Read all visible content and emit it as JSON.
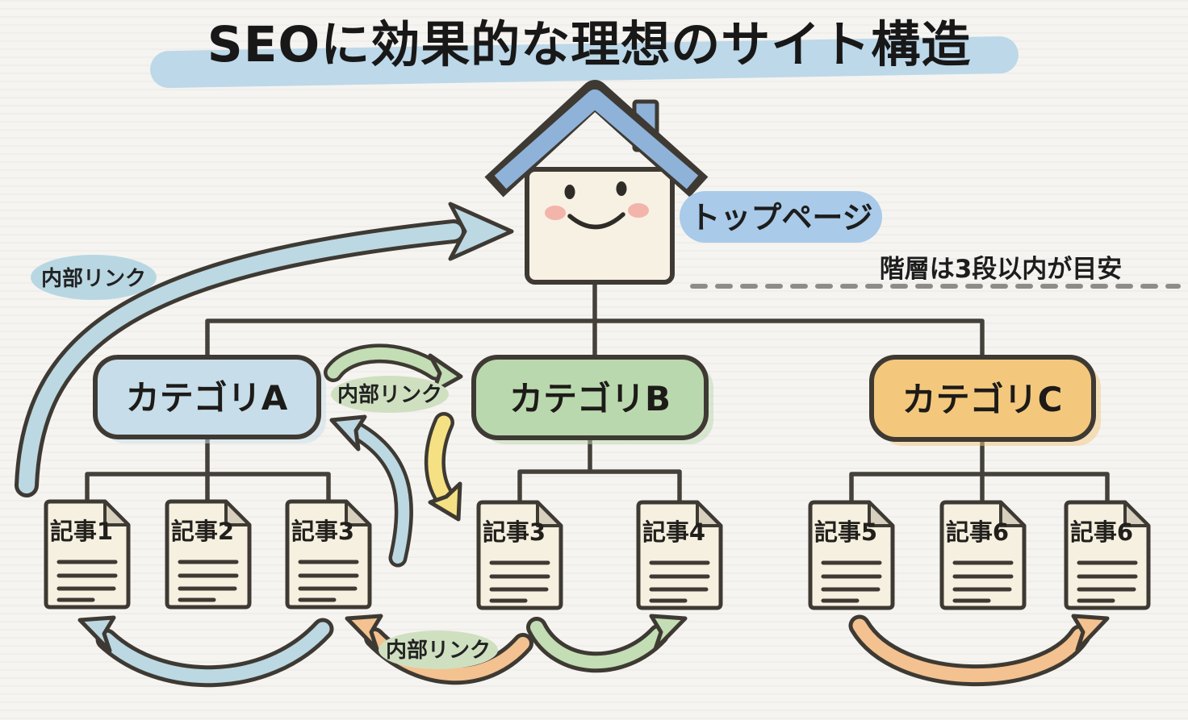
{
  "title": "SEOに効果的な理想のサイト構造",
  "top_page_label": "トップページ",
  "hierarchy_note": "階層は3段以内が目安",
  "internal_link_labels": {
    "left": "内部リンク",
    "between": "内部リンク",
    "bottom": "内部リンク"
  },
  "categories": [
    {
      "label": "カテゴリA",
      "fill": "#c7dde9"
    },
    {
      "label": "カテゴリB",
      "fill": "#bad8ae"
    },
    {
      "label": "カテゴリC",
      "fill": "#f3c87d"
    }
  ],
  "articles": {
    "category_a": [
      "記事1",
      "記事2",
      "記事3"
    ],
    "category_b": [
      "記事3",
      "記事4"
    ],
    "category_c": [
      "記事5",
      "記事6",
      "記事6"
    ]
  },
  "colors": {
    "background": "#f5f4f1",
    "outline": "#3e3a33",
    "title_highlight": "#bdd8e8",
    "top_page_badge": "#a9cae8",
    "internal_link_badge_blue": "#b8d7e3",
    "internal_link_badge_green": "#cfe0c0",
    "arrow_blue": "#bcd8e2",
    "arrow_green": "#c3ddb4",
    "arrow_yellow": "#f5e183",
    "arrow_orange": "#f3c290",
    "house_roof": "#8fb2d9",
    "house_body": "#f7f1e3",
    "document_fill": "#f6f0e0",
    "document_fold": "#d8d0bf",
    "dashed_line": "#8e8c89"
  }
}
